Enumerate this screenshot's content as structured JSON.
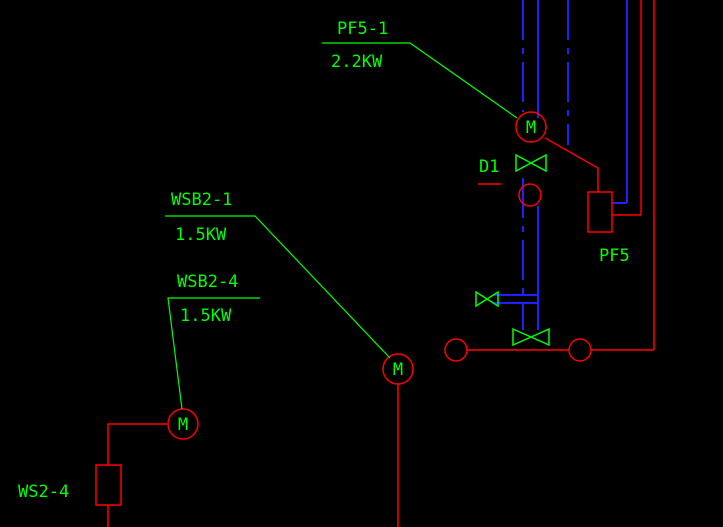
{
  "colors": {
    "background": "#000000",
    "leader": "#00ff00",
    "label": "#00ff00",
    "equipment": "#ff0000",
    "pipe_blue": "#2020ff"
  },
  "labels": {
    "pf5_1_tag": "PF5-1",
    "pf5_1_power": "2.2KW",
    "d1_tag": "D1",
    "pf5_tag": "PF5",
    "wsb2_1_tag": "WSB2-1",
    "wsb2_1_power": "1.5KW",
    "wsb2_4_tag": "WSB2-4",
    "wsb2_4_power": "1.5KW",
    "ws2_4_tag": "WS2-4"
  },
  "motors": {
    "pf5_1": "M",
    "wsb2_1": "M",
    "wsb2_4": "M"
  }
}
